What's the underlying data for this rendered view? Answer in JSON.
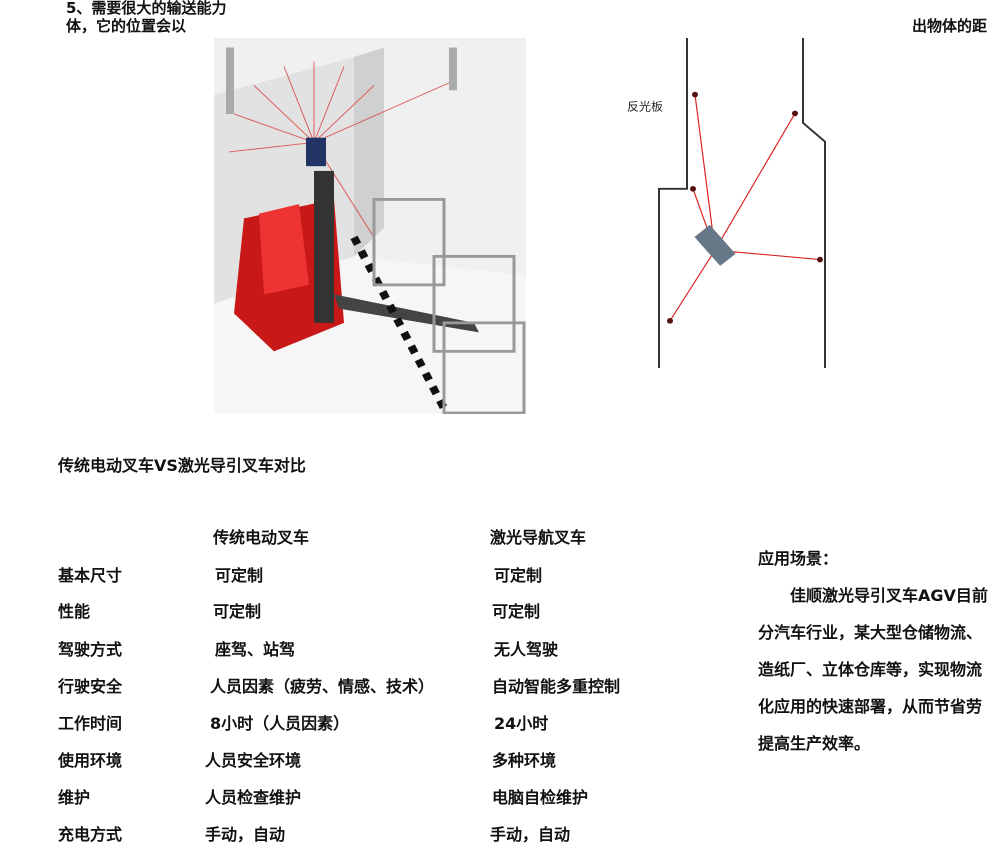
{
  "header": {
    "line1": "5、需要很大的输送能力",
    "line2_left": "体，它的位置会以",
    "line2_right": "出物体的距"
  },
  "figures": {
    "diagram_label": "反光板"
  },
  "comparison": {
    "title": "传统电动叉车VS激光导引叉车对比",
    "columns": [
      "",
      "传统电动叉车",
      "激光导航叉车"
    ],
    "rows": [
      [
        "基本尺寸",
        "可定制",
        "可定制"
      ],
      [
        "性能",
        "可定制",
        "可定制"
      ],
      [
        "驾驶方式",
        "座驾、站驾",
        "无人驾驶"
      ],
      [
        "行驶安全",
        "人员因素（疲劳、情感、技术）",
        "自动智能多重控制"
      ],
      [
        "工作时间",
        "8小时（人员因素）",
        "24小时"
      ],
      [
        "使用环境",
        "人员安全环境",
        "多种环境"
      ],
      [
        "维护",
        "人员检查维护",
        "电脑自检维护"
      ],
      [
        "充电方式",
        "手动，自动",
        "手动，自动"
      ]
    ]
  },
  "application": {
    "title": "应用场景：",
    "lines": [
      "　　佳顺激光导引叉车AGV目前",
      "分汽车行业，某大型仓储物流、",
      "造纸厂、立体仓库等，实现物流",
      "化应用的快速部署，从而节省劳",
      "提高生产效率。"
    ]
  }
}
